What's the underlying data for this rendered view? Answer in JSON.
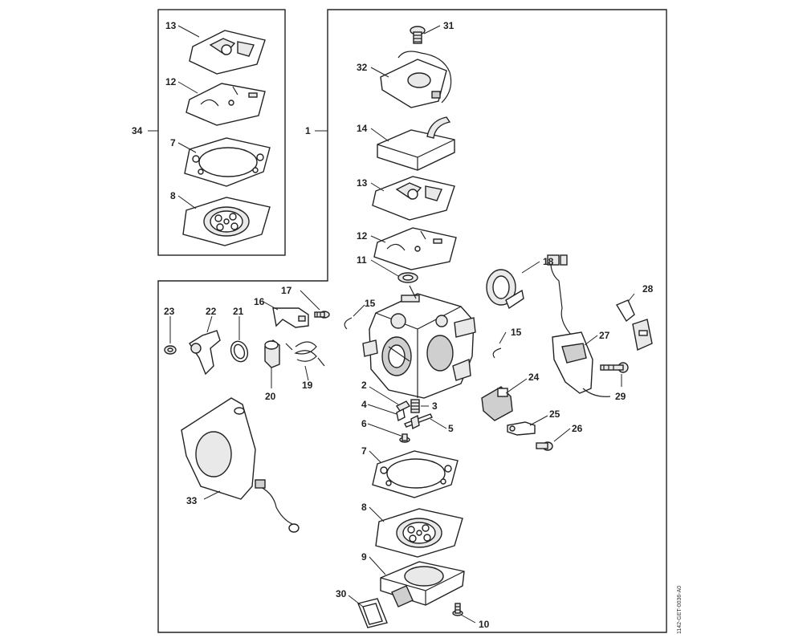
{
  "drawing_code": "1142-GET-0036-A0",
  "labels": {
    "n1": "1",
    "n2": "2",
    "n3": "3",
    "n4": "4",
    "n5": "5",
    "n6": "6",
    "n7": "7",
    "n8": "8",
    "n9": "9",
    "n10": "10",
    "n11": "11",
    "n12": "12",
    "n13": "13",
    "n14": "14",
    "n15": "15",
    "n16": "16",
    "n17": "17",
    "n18": "18",
    "n19": "19",
    "n20": "20",
    "n21": "21",
    "n22": "22",
    "n23": "23",
    "n24": "24",
    "n25": "25",
    "n26": "26",
    "n27": "27",
    "n28": "28",
    "n29": "29",
    "n30": "30",
    "n31": "31",
    "n32": "32",
    "n33": "33",
    "n34": "34"
  }
}
